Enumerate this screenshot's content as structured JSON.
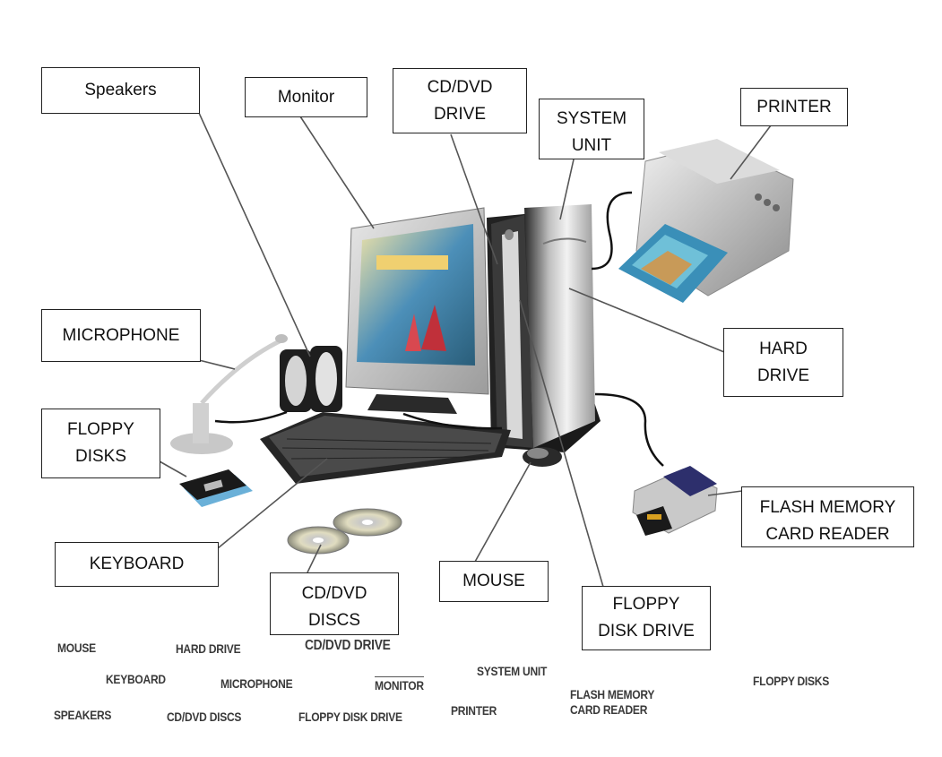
{
  "labels": {
    "speakers": "Speakers",
    "monitor": "Monitor",
    "cd_dvd_drive": "CD/DVD\nDRIVE",
    "system_unit": "SYSTEM\nUNIT",
    "printer": "PRINTER",
    "microphone": "MICROPHONE",
    "hard_drive": "HARD\nDRIVE",
    "floppy_disks": "FLOPPY\nDISKS",
    "flash_reader": "FLASH MEMORY\nCARD READER",
    "keyboard": "KEYBOARD",
    "mouse": "MOUSE",
    "cd_dvd_discs": "CD/DVD\nDISCS",
    "floppy_disk_drive": "FLOPPY\nDISK DRIVE"
  },
  "word_bank": {
    "mouse": "MOUSE",
    "hard_drive": "HARD DRIVE",
    "cd_dvd_drive": "CD/DVD DRIVE",
    "keyboard": "KEYBOARD",
    "microphone": "MICROPHONE",
    "monitor": "MONITOR",
    "system_unit": "SYSTEM UNIT",
    "flash_memory": "FLASH MEMORY\nCARD READER",
    "floppy_disks": "FLOPPY DISKS",
    "speakers": "SPEAKERS",
    "cd_dvd_discs": "CD/DVD DISCS",
    "floppy_disk_drive": "FLOPPY DISK DRIVE",
    "printer": "PRINTER"
  }
}
